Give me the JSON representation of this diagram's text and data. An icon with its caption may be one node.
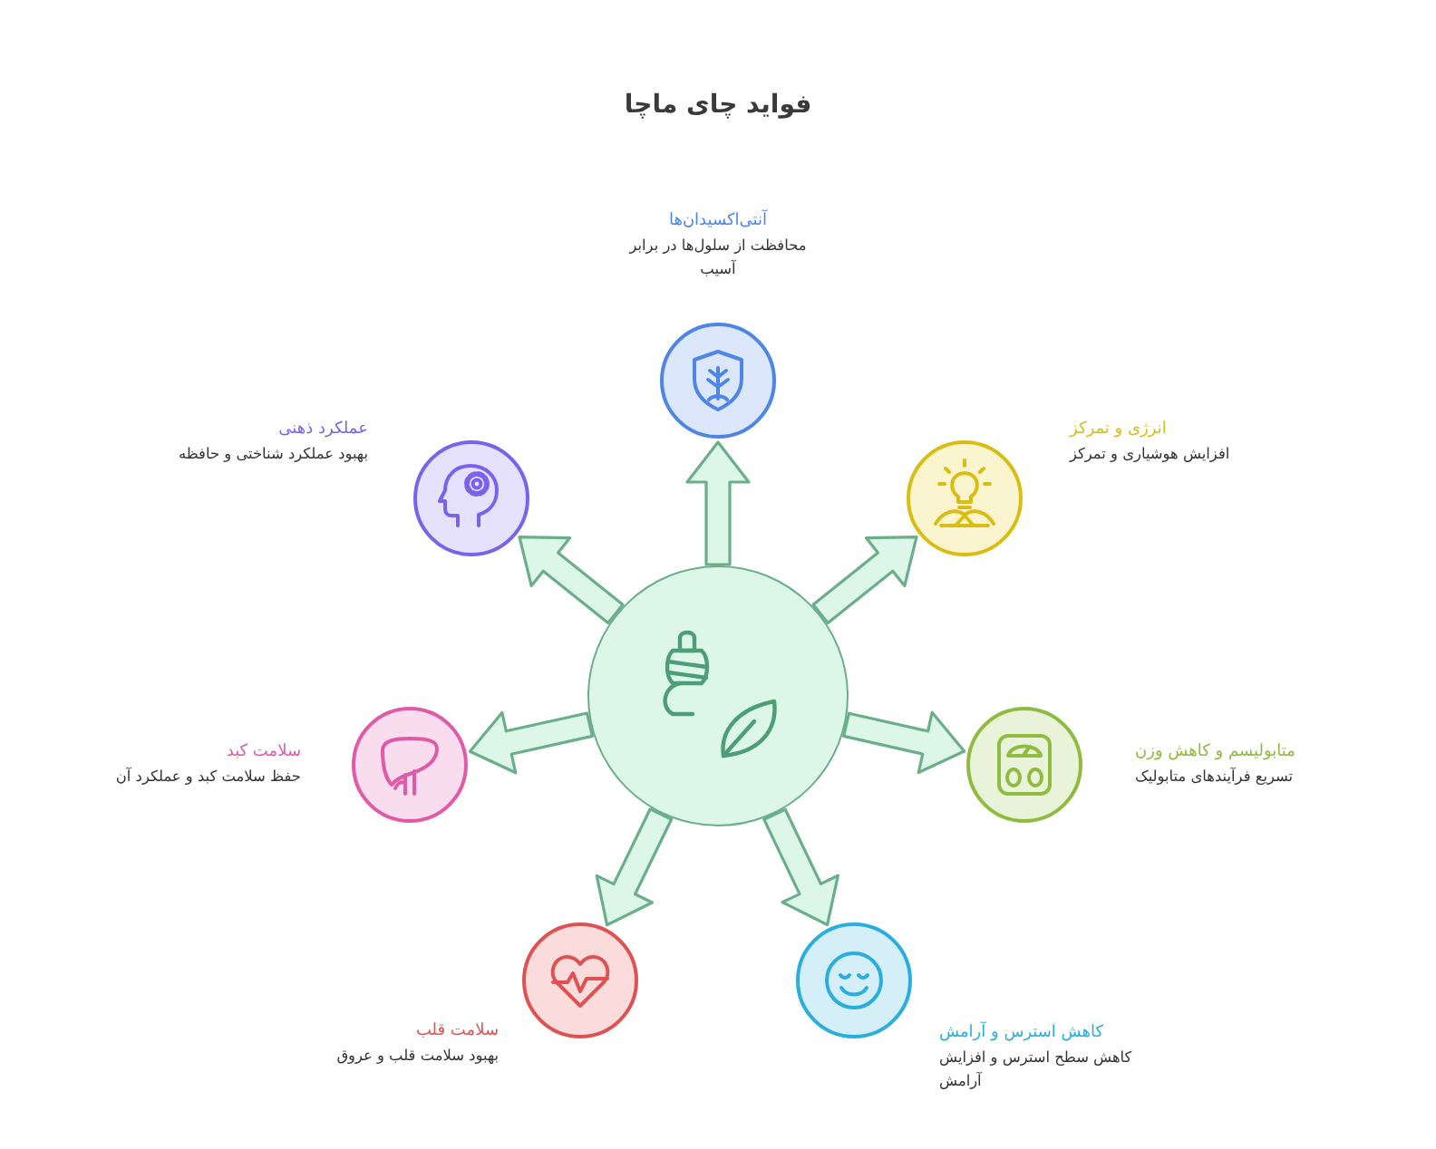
{
  "diagram": {
    "title": "فواید چای ماچا",
    "nodes": [
      {
        "text": [],
        "shape": "circle"
      },
      {
        "text": [
          "آنتی‌اکسیدان‌ها",
          "محافظت از سلول‌ها در برابر آسیب"
        ]
      },
      {
        "text": [
          "انرژی و تمرکز",
          "افزایش هوشیاری و تمرکز"
        ]
      },
      {
        "text": [
          "متابولیسم و کاهش وزن",
          "تسریع فرآیندهای متابولیک"
        ]
      },
      {
        "text": [
          "کاهش استرس و آرامش",
          "کاهش سطح استرس و افزایش آرامش"
        ]
      },
      {
        "text": [
          "سلامت قلب",
          "بهبود سلامت قلب و عروق"
        ]
      },
      {
        "text": [
          "سلامت کبد",
          "حفظ سلامت کبد و عملکرد آن"
        ]
      },
      {
        "text": [
          "عملکرد ذهنی",
          "بهبود عملکرد شناختی و حافظه"
        ]
      }
    ],
    "edges": [
      {
        "from": 0,
        "to": 1,
        "arrow": "to"
      },
      {
        "from": 0,
        "to": 2,
        "arrow": "to"
      },
      {
        "from": 0,
        "to": 3,
        "arrow": "to"
      },
      {
        "from": 0,
        "to": 4,
        "arrow": "to"
      },
      {
        "from": 0,
        "to": 5,
        "arrow": "to"
      },
      {
        "from": 0,
        "to": 6,
        "arrow": "to"
      },
      {
        "from": 0,
        "to": 7,
        "arrow": "to"
      }
    ]
  }
}
